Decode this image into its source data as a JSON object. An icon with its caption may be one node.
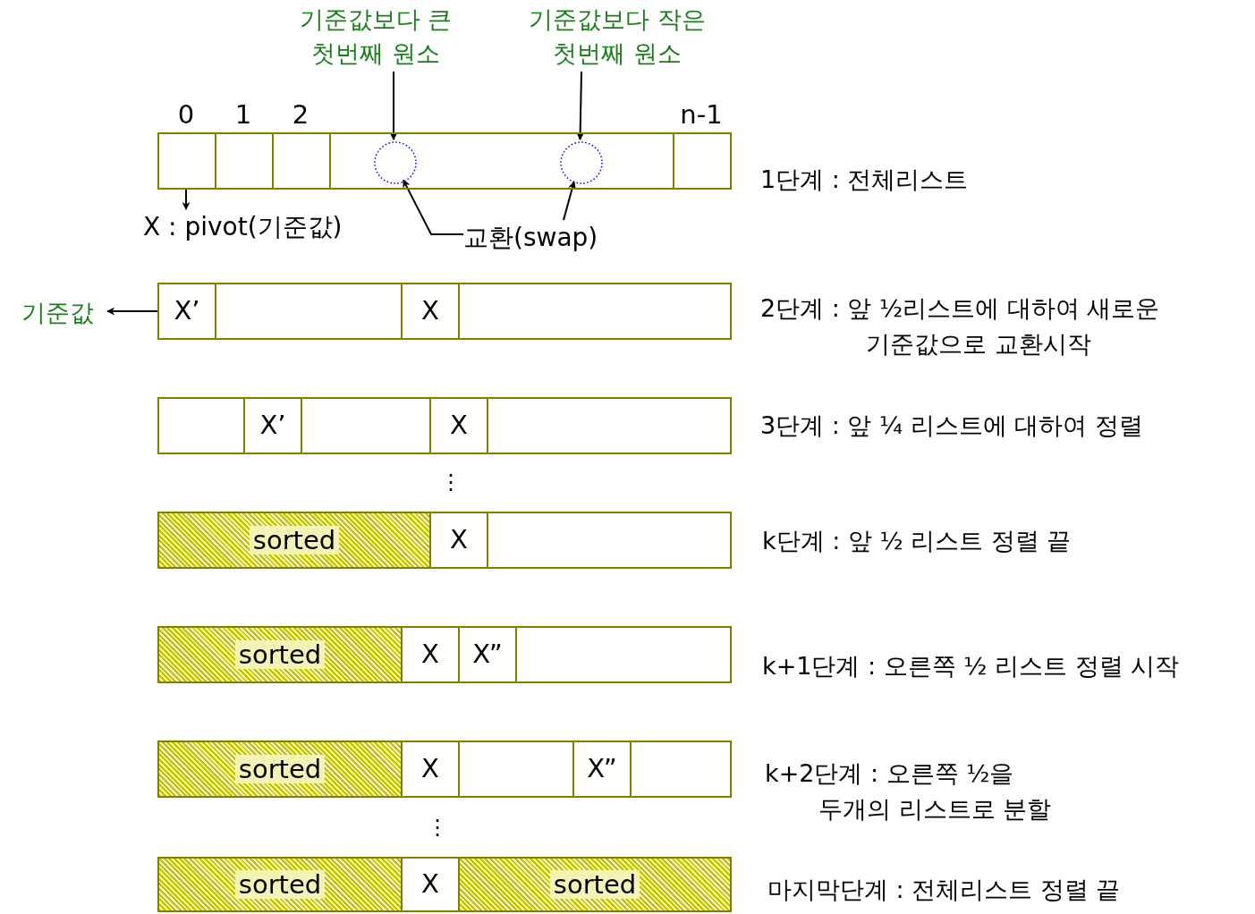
{
  "diagram": {
    "nodes": [
      {
        "text": [
          "기준값보다 큰 첫번째 원소"
        ]
      },
      {
        "text": [
          "기준값보다 작은 첫번째 원소"
        ]
      },
      {
        "text": [],
        "shape": "box",
        "beside": [
          "0"
        ]
      },
      {
        "text": [],
        "shape": "box",
        "beside": [
          "1"
        ]
      },
      {
        "text": [],
        "shape": "box",
        "beside": [
          "2"
        ]
      },
      {
        "text": [],
        "shape": "box"
      },
      {
        "text": [],
        "shape": "box",
        "beside": [
          "n-1"
        ]
      },
      {
        "text": [],
        "shape": "circle",
        "in": 5
      },
      {
        "text": [],
        "shape": "circle",
        "in": 5
      },
      {
        "text": [
          "X : pivot(기준값)"
        ]
      },
      {
        "text": [
          "교환(swap)"
        ]
      },
      {
        "text": [
          "기준값"
        ]
      },
      {
        "text": [
          "X’"
        ]
      },
      {
        "text": [],
        "shape": "box"
      },
      {
        "text": [
          "X"
        ]
      },
      {
        "text": [],
        "shape": "box"
      },
      {
        "text": [],
        "shape": "box"
      },
      {
        "text": [
          "X’"
        ]
      },
      {
        "text": [],
        "shape": "box"
      },
      {
        "text": [
          "X"
        ]
      },
      {
        "text": [],
        "shape": "box"
      },
      {
        "text": [
          "sorted"
        ]
      },
      {
        "text": [
          "X"
        ]
      },
      {
        "text": [],
        "shape": "box"
      },
      {
        "text": [
          "sorted"
        ]
      },
      {
        "text": [
          "X"
        ]
      },
      {
        "text": [
          "X”"
        ]
      },
      {
        "text": [],
        "shape": "box"
      },
      {
        "text": [
          "sorted"
        ]
      },
      {
        "text": [
          "X"
        ]
      },
      {
        "text": [],
        "shape": "box"
      },
      {
        "text": [
          "X”"
        ]
      },
      {
        "text": [],
        "shape": "box"
      },
      {
        "text": [
          "sorted"
        ]
      },
      {
        "text": [
          "X"
        ]
      },
      {
        "text": [
          "sorted"
        ]
      }
    ],
    "edges": [
      {
        "from": 2,
        "to": 9,
        "arrow": "to"
      },
      {
        "from": 10,
        "to": 7,
        "arrow": "to"
      },
      {
        "from": 10,
        "to": 8,
        "arrow": "to"
      },
      {
        "from": 0,
        "to": 7,
        "arrow": "to"
      },
      {
        "from": 1,
        "to": 8,
        "arrow": "to"
      },
      {
        "from": 12,
        "to": 11,
        "arrow": "to"
      }
    ],
    "labels": [
      "1단계 : 전체리스트",
      "2단계 : 앞 ½리스트에 대하여 새로운 기준값으로 교환시작",
      "3단계 : 앞 ¼ 리스트에 대하여 정렬",
      "⋮",
      "k단계 : 앞 ½ 리스트 정렬 끝",
      "k+1단계 : 오른쪽 ½ 리스트 정렬 시작",
      "k+2단계 : 오른쪽 ½을 두개의 리스트로 분할",
      "⋮",
      "마지막단계 : 전체리스트 정렬 끝"
    ]
  }
}
